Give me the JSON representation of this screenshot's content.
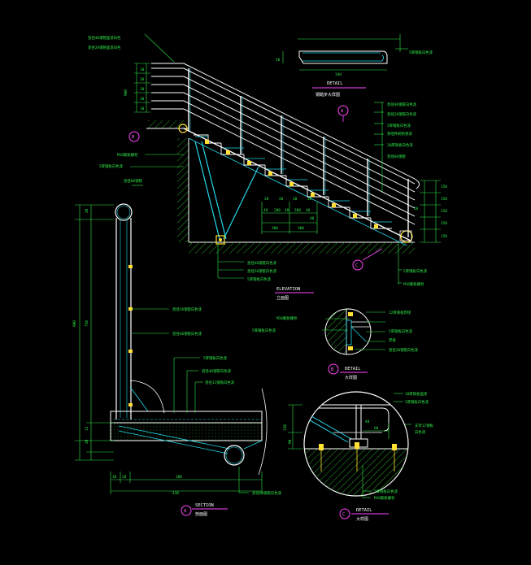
{
  "colors": {
    "background": "#000000",
    "dim_green": "#2ee84a",
    "structure_white": "#ffffff",
    "steel_cyan": "#22d6e8",
    "bolt_yellow": "#ffe033",
    "callout_magenta": "#ff44ff",
    "hatch_green": "#2aa02a"
  },
  "titles": {
    "detail_top": "DETAIL",
    "detail_top_sub": "钢踏步大样图",
    "elevation": "ELEVATION",
    "elevation_sub": "立面图",
    "detail_b": "DETAIL",
    "detail_b_sub": "大样图",
    "section": "SECTION",
    "section_sub": "剖面图",
    "detail_c": "DETAIL",
    "detail_c_sub": "大样图"
  },
  "markers": {
    "a_elev": "A",
    "b_elev": "B",
    "c_elev": "C",
    "a_title": "A",
    "b_title": "B",
    "c_title": "C"
  },
  "notes": {
    "rail_top_1": "直径40钢管面漆白色",
    "rail_top_2": "直径20钢管面漆白色",
    "step_detail": "5厚钢板白色漆",
    "right_1": "直径40钢管白色漆",
    "right_2": "直径20钢管白色漆",
    "right_3": "5厚钢板白色漆",
    "right_4": "预埋件刷防锈漆",
    "right_5": "20厚钢板白色漆",
    "right_6": "直径60钢管",
    "left_m10": "M10膨胀螺栓",
    "left_plate": "5厚钢板白色漆",
    "elev_b1": "直径40钢管白色漆",
    "elev_b2": "直径20钢管白色漆",
    "elev_b3": "5厚钢板白色漆",
    "elev_bottom_r1": "5厚钢板白色漆",
    "elev_bottom_r2": "M10膨胀螺栓",
    "sec_top": "直径60钢管",
    "sec_mid1": "直径20钢管白色漆",
    "sec_mid2": "直径40钢管白色漆",
    "sec_low1": "5厚钢板白色漆",
    "sec_low2": "直径40钢管白色漆",
    "sec_low3": "直径12钢筋白色漆",
    "sec_bottom": "直径60钢管白色漆",
    "b_n1": "M10膨胀螺栓",
    "b_n2": "5厚钢板白色漆",
    "b_n3": "12厚钢板焊接",
    "b_n4": "5厚钢板白色漆",
    "b_n5": "焊接",
    "b_n6": "直径20钢管白色漆",
    "c_n1": "20厚钢板面漆",
    "c_n2": "5厚钢板白色漆",
    "c_n3": "支架12钢板",
    "c_n4": "白色漆",
    "c_n5": "5厚钢板白色漆",
    "c_n6": "M10膨胀螺栓"
  },
  "dimensions": {
    "tread_depth": "340",
    "tread_height": "50",
    "post_height_left": "900",
    "rail_spacing": [
      "10",
      "10",
      "10",
      "10",
      "10"
    ],
    "tread_offsets": [
      "20",
      "20",
      "20",
      "20"
    ],
    "tread_spans": [
      "40",
      "40",
      "200",
      "200",
      "40",
      "40"
    ],
    "tread_totals": [
      "300",
      "300"
    ],
    "riser_heights": [
      "150",
      "150",
      "150",
      "150",
      "150"
    ],
    "elev_right_20": "20",
    "section_height": "900",
    "section_inner": "750",
    "section_20": "20",
    "section_12": "12",
    "section_30": "30",
    "section_20b": "20",
    "section_width": "380",
    "section_total": "430",
    "detail_c_150": "150",
    "detail_c_90": "90",
    "detail_c_40": "40",
    "detail_c_60": "60"
  }
}
